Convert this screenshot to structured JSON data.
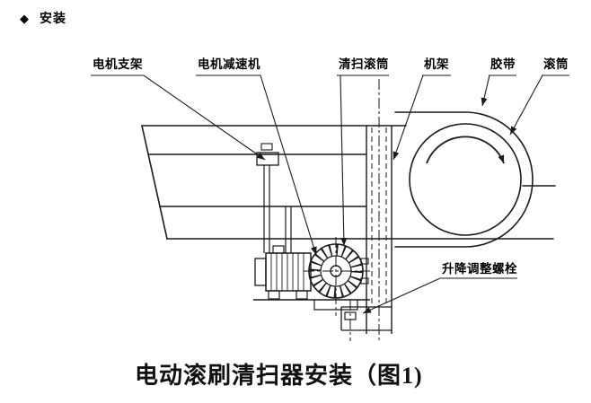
{
  "header": {
    "bullet": "◆",
    "title": "安装"
  },
  "diagram": {
    "labels": [
      {
        "id": "motor-bracket",
        "text": "电机支架"
      },
      {
        "id": "motor-reducer",
        "text": "电机减速机"
      },
      {
        "id": "cleaning-roller",
        "text": "清扫滚筒"
      },
      {
        "id": "frame",
        "text": "机架"
      },
      {
        "id": "belt",
        "text": "胶带"
      },
      {
        "id": "drum",
        "text": "滚筒"
      },
      {
        "id": "lift-adjust-bolt",
        "text": "升降调整螺栓"
      }
    ],
    "colors": {
      "line": "#1a1a1a",
      "background": "#ffffff",
      "text": "#000000"
    }
  },
  "caption": {
    "text": "电动滚刷清扫器安装（图1)"
  }
}
